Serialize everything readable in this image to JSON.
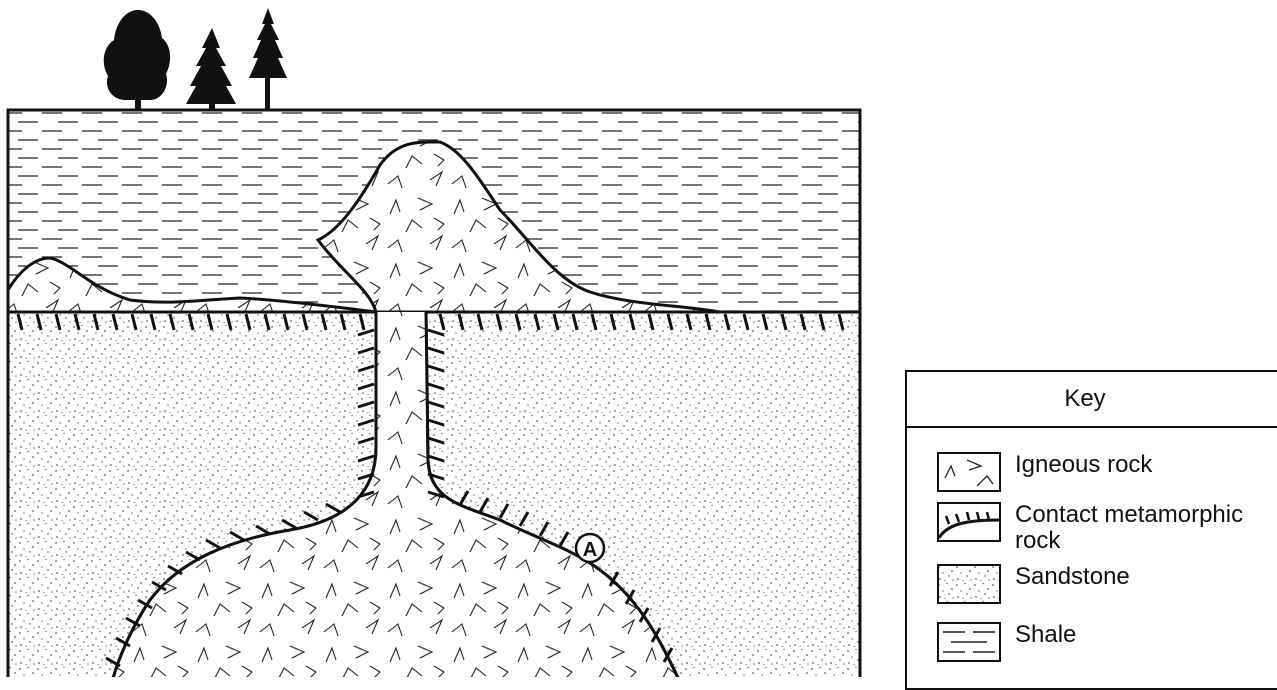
{
  "diagram": {
    "point_label": "A",
    "key": {
      "title": "Key",
      "items": [
        {
          "label": "Igneous rock",
          "icon": "igneous-rock-pattern"
        },
        {
          "label": "Contact metamorphic rock",
          "icon": "contact-metamorphic-pattern"
        },
        {
          "label": "Sandstone",
          "icon": "sandstone-pattern"
        },
        {
          "label": "Shale",
          "icon": "shale-pattern"
        }
      ]
    }
  }
}
